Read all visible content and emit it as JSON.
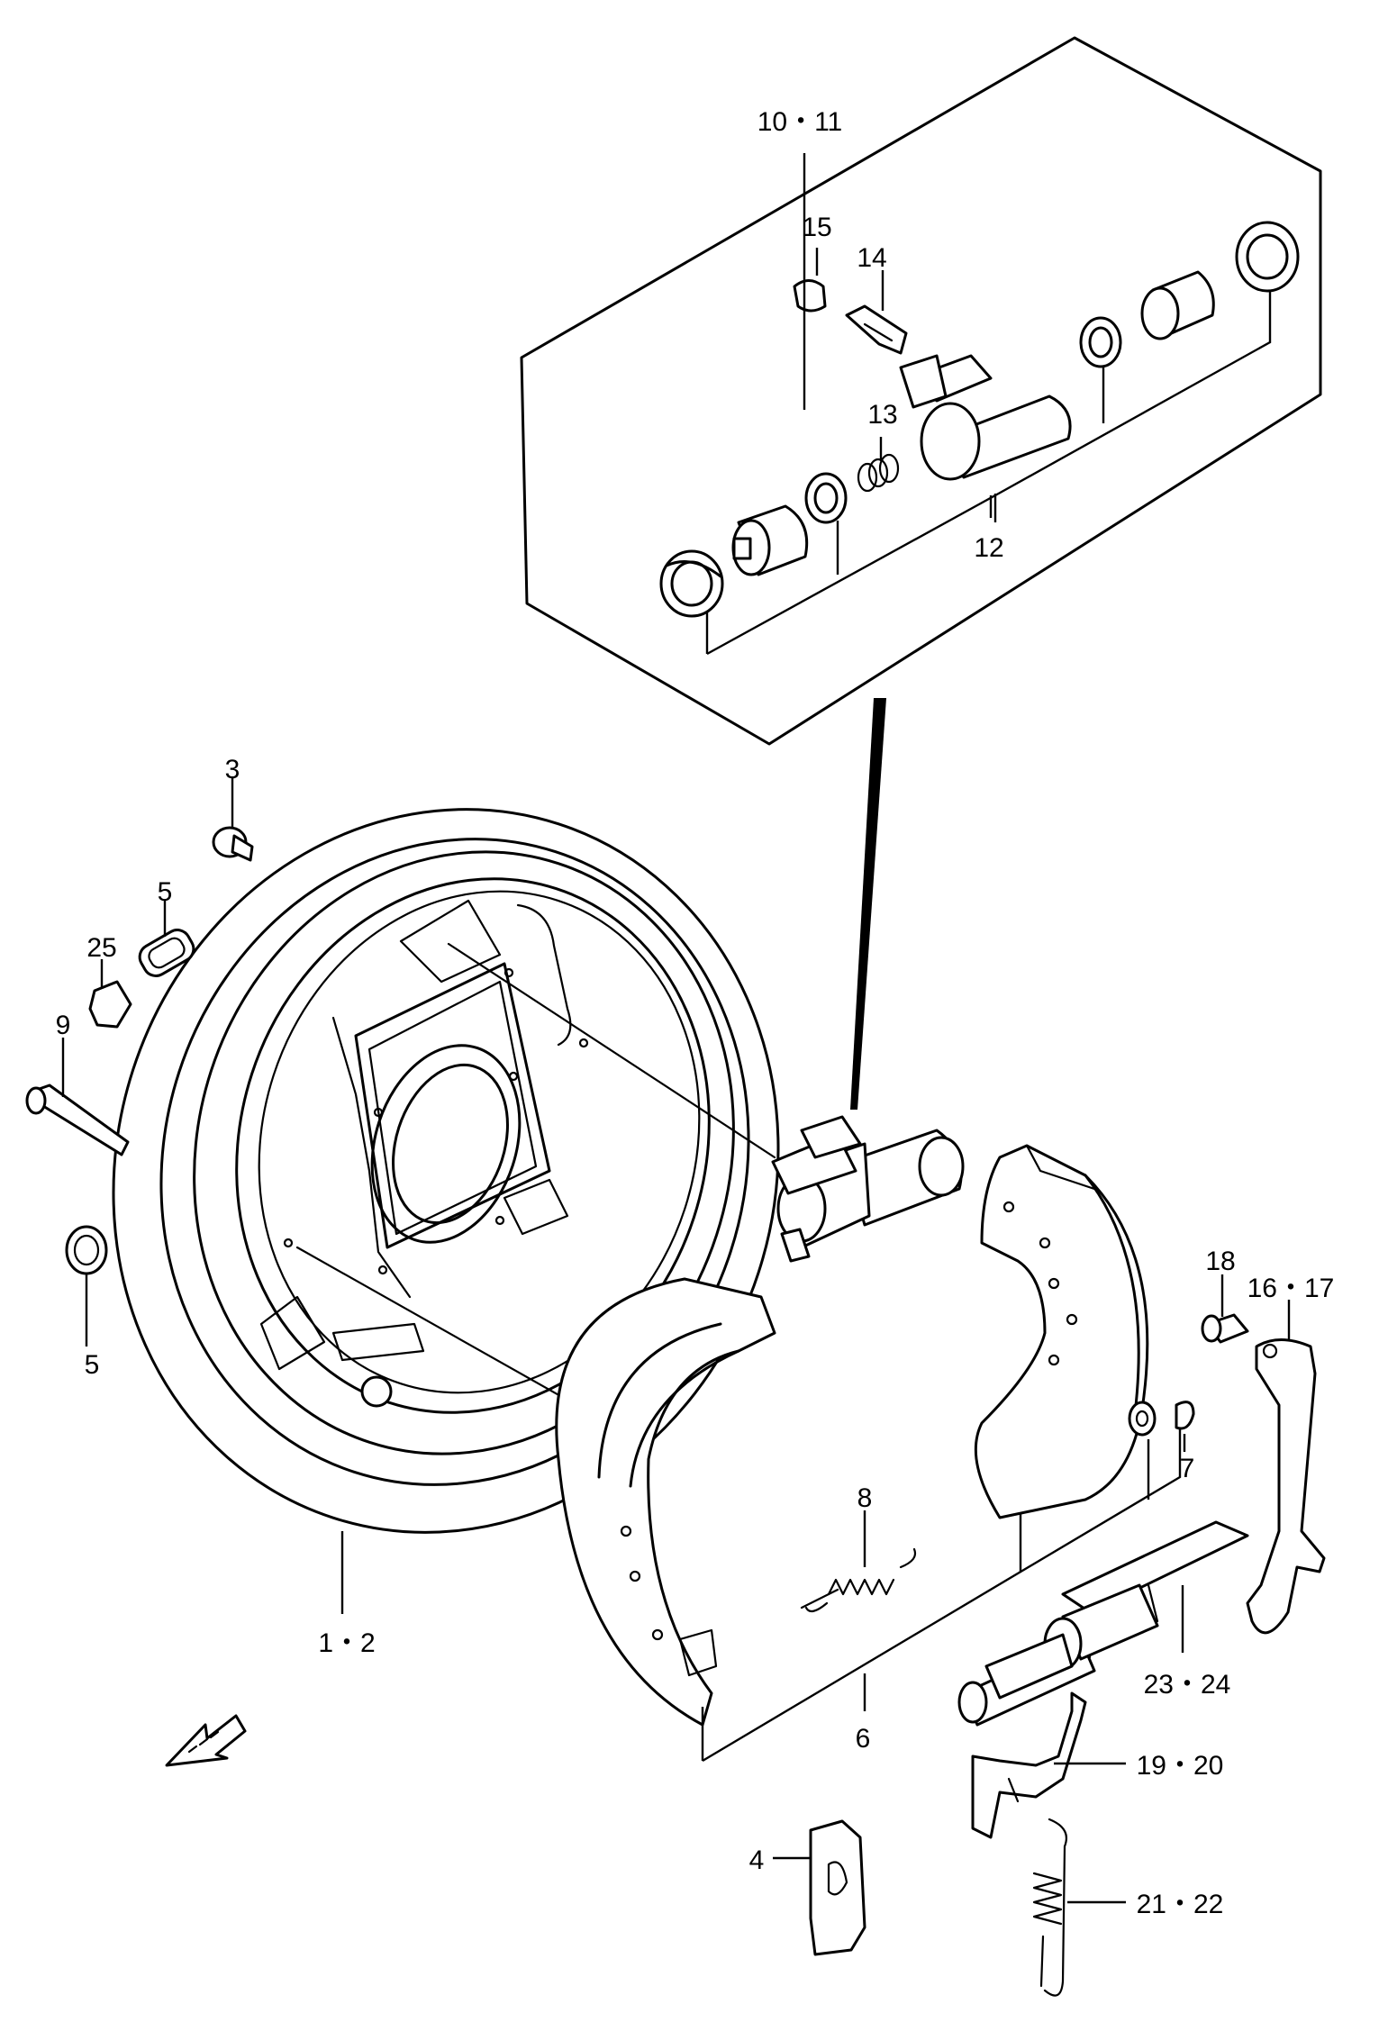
{
  "diagram": {
    "callouts": {
      "c_10_11": "10・11",
      "c_15": "15",
      "c_14": "14",
      "c_13": "13",
      "c_12": "12",
      "c_3": "3",
      "c_5_top": "5",
      "c_25": "25",
      "c_9": "9",
      "c_5_bottom": "5",
      "c_1_2": "1・2",
      "c_18": "18",
      "c_16_17": "16・17",
      "c_7": "7",
      "c_8": "8",
      "c_23_24": "23・24",
      "c_6": "6",
      "c_19_20": "19・20",
      "c_4": "4",
      "c_21_22": "21・22"
    },
    "icons": {
      "front_arrow": "front-direction-arrow-icon"
    }
  }
}
